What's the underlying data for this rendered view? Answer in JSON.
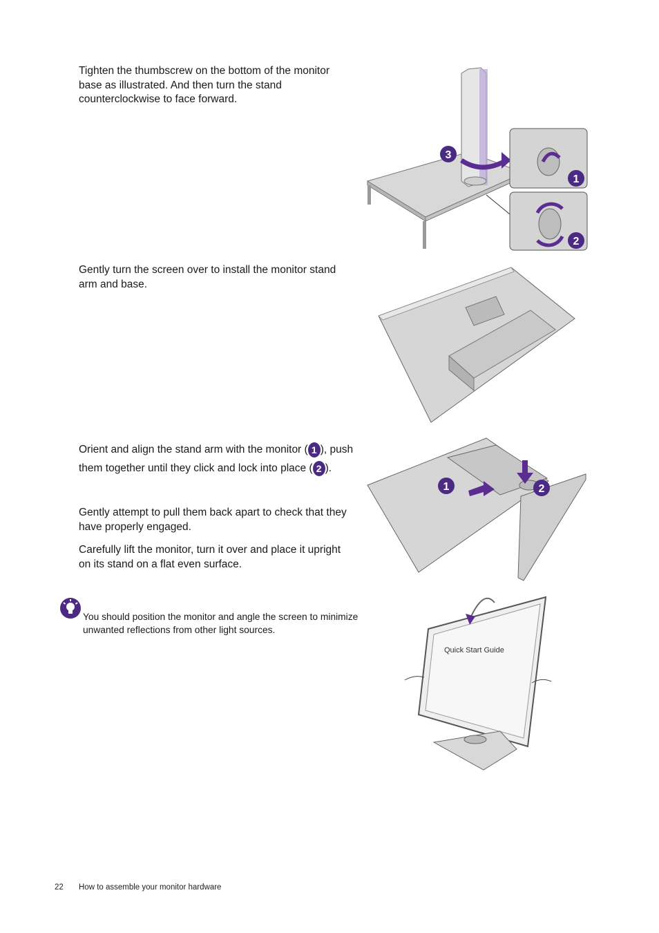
{
  "steps": {
    "tighten": "Tighten the thumbscrew on the bottom of the monitor base as illustrated. And then turn the stand counterclockwise to face forward.",
    "turn_over": "Gently turn the screen over to install the monitor stand arm and base.",
    "orient_part1": "Orient and align the stand arm with the monitor (",
    "orient_part2": "), push them together until they click and lock into place (",
    "orient_part3": ").",
    "badge1": "1",
    "badge2": "2",
    "pull_apart": "Gently attempt to pull them back apart to check that they have properly engaged.",
    "lift": "Carefully lift the monitor, turn it over and place it upright on its stand on a flat even surface."
  },
  "tip": {
    "icon": "lightbulb-icon",
    "text": "You should position the monitor and angle the screen to minimize unwanted reflections from other light sources."
  },
  "illustrations": {
    "stand_callouts": [
      "3",
      "1",
      "2"
    ],
    "attach_callouts": [
      "1",
      "2"
    ],
    "screen_label": "Quick Start Guide"
  },
  "footer": {
    "page_number": "22",
    "section_title": "How to assemble your monitor hardware"
  },
  "colors": {
    "accent": "#4b2a84",
    "arrow": "#5b2d90",
    "grey_light": "#d9d9d9",
    "grey_mid": "#a8a8a8"
  }
}
